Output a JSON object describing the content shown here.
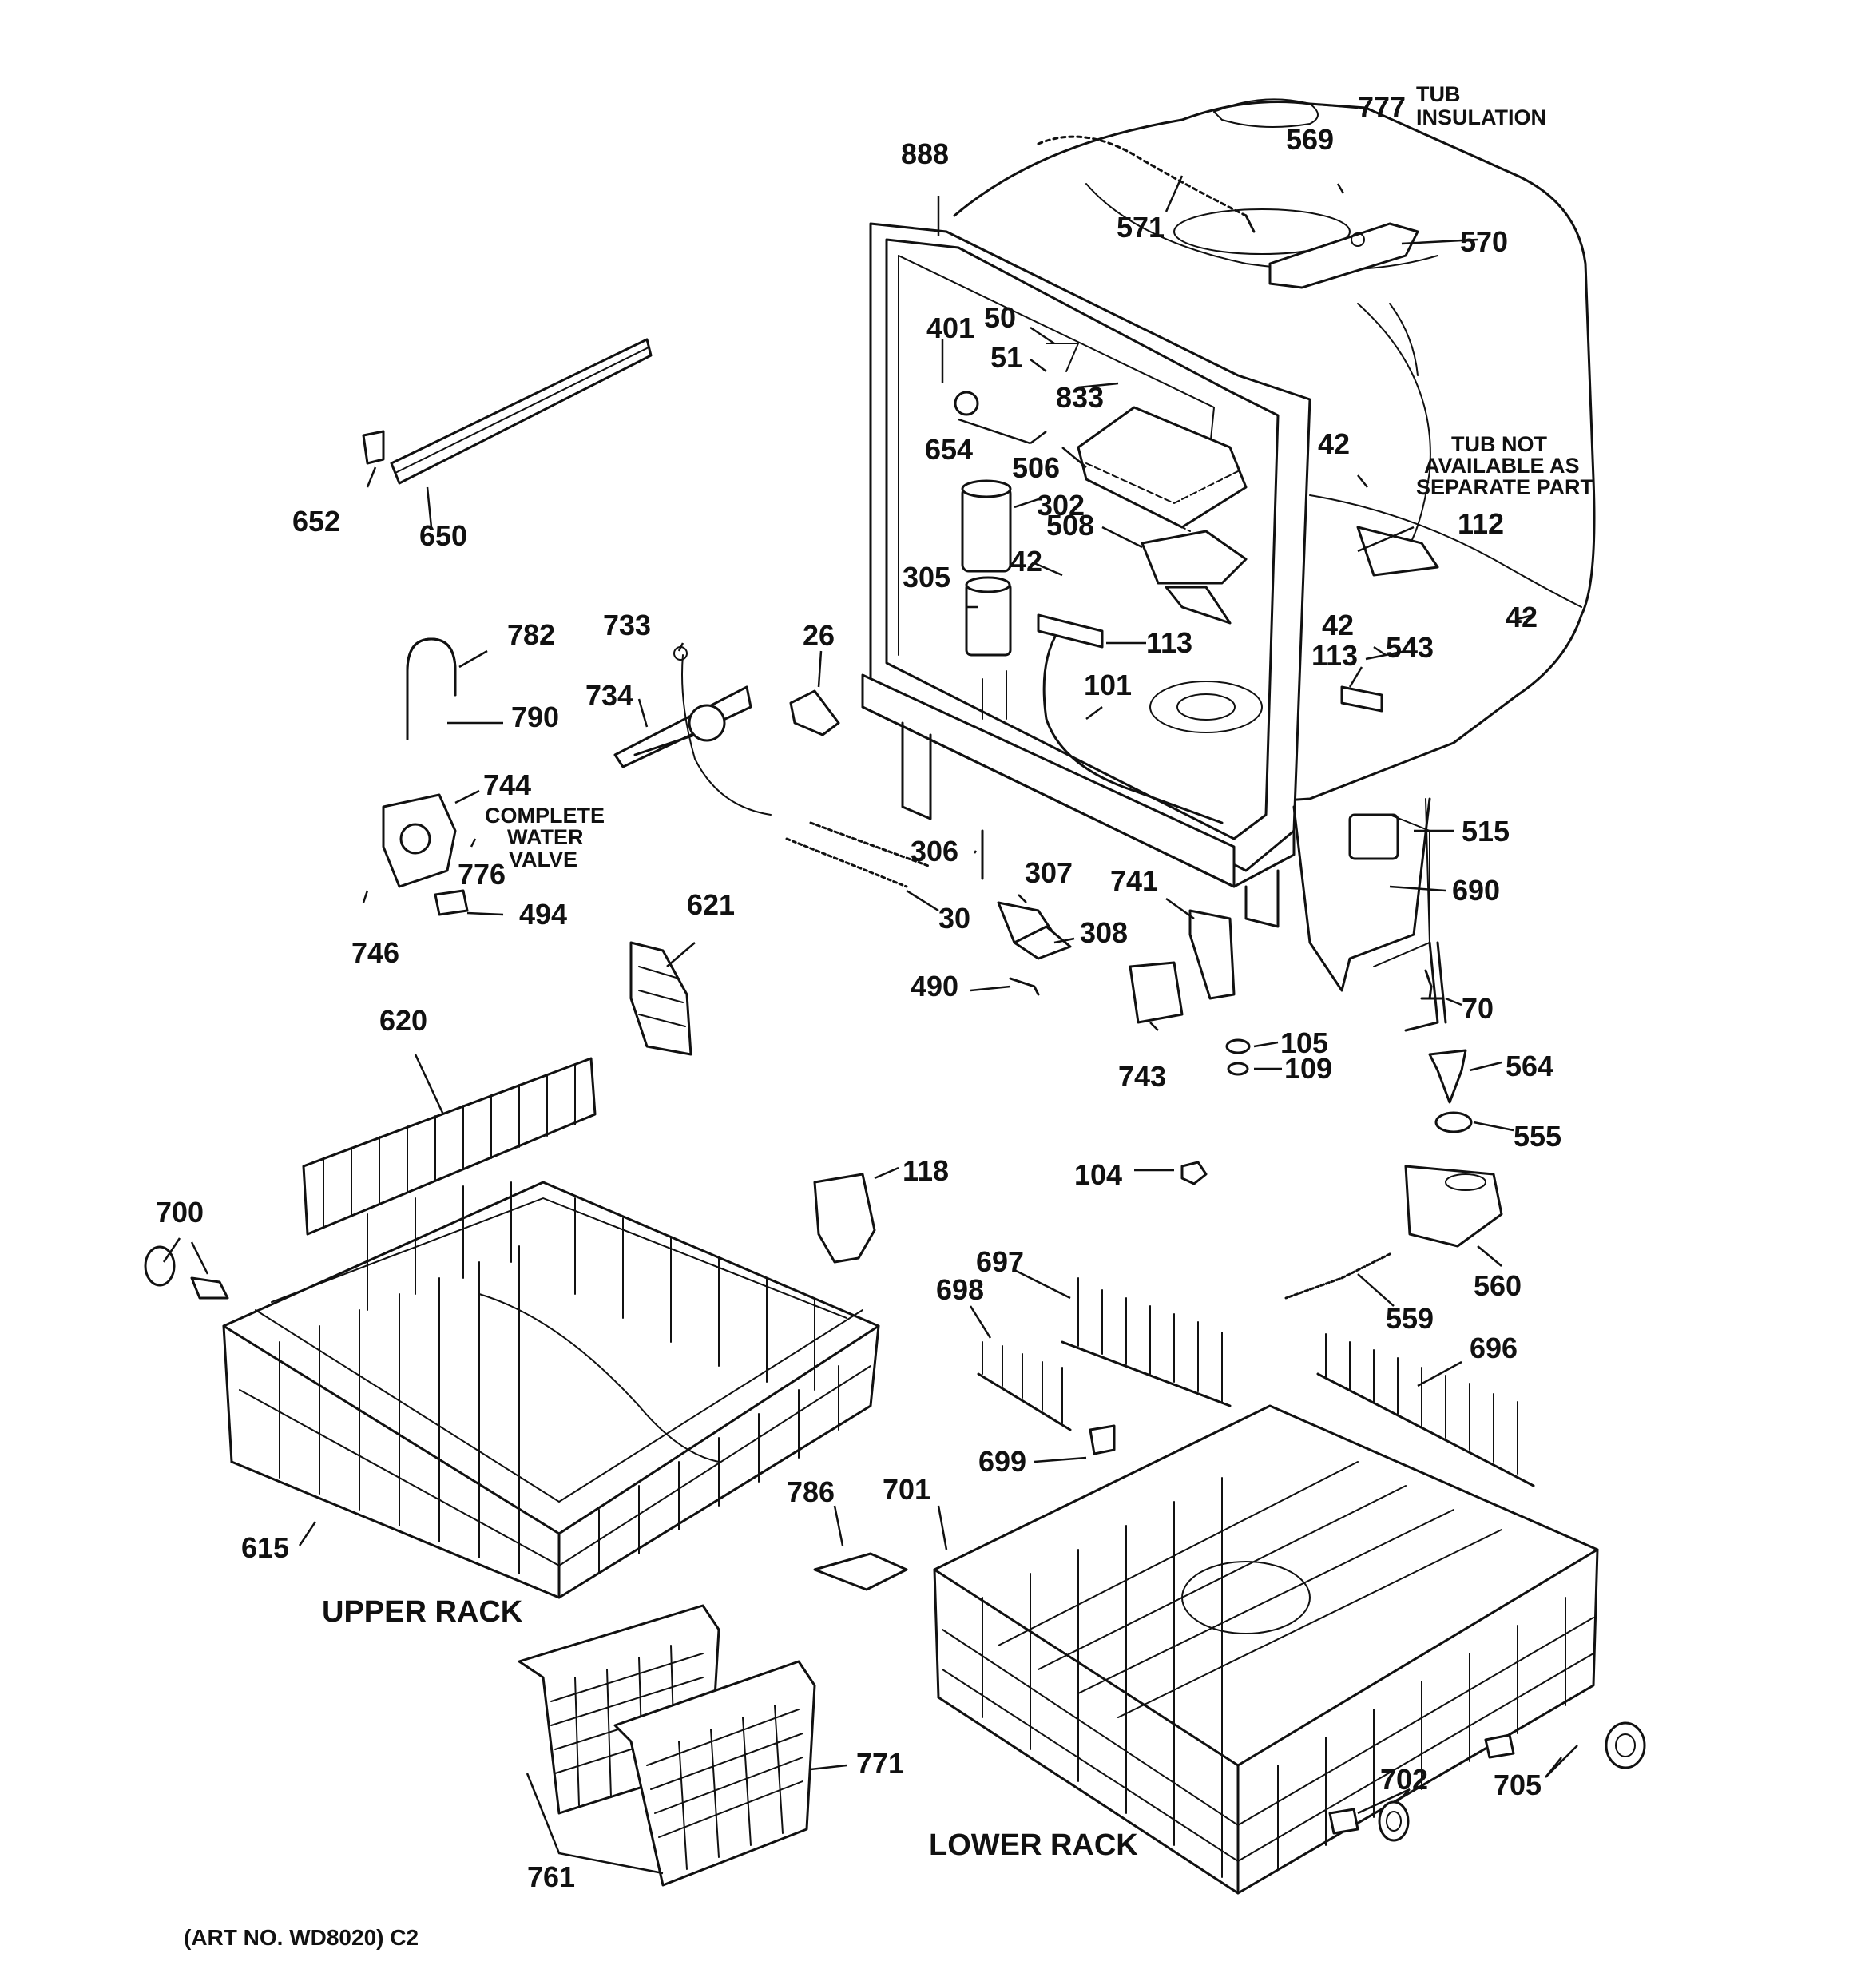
{
  "diagram": {
    "art_number": "(ART NO. WD8020) C2",
    "sections": {
      "upper_rack": "UPPER RACK",
      "lower_rack": "LOWER RACK"
    },
    "notes": {
      "tub_insulation": [
        "TUB",
        "INSULATION"
      ],
      "tub_not_available": [
        "TUB NOT",
        "AVAILABLE AS",
        "SEPARATE PART"
      ],
      "complete_water_valve": [
        "COMPLETE",
        "WATER",
        "VALVE"
      ]
    },
    "parts": {
      "p777": "777",
      "p569": "569",
      "p888": "888",
      "p571": "571",
      "p570": "570",
      "p401": "401",
      "p50": "50",
      "p51": "51",
      "p833": "833",
      "p654": "654",
      "p506": "506",
      "p42a": "42",
      "p42b": "42",
      "p42c": "42",
      "p42d": "42",
      "p302": "302",
      "p508": "508",
      "p112": "112",
      "p305": "305",
      "p113a": "113",
      "p113b": "113",
      "p543": "543",
      "p101": "101",
      "p652": "652",
      "p650": "650",
      "p782": "782",
      "p790": "790",
      "p733": "733",
      "p734": "734",
      "p26": "26",
      "p744": "744",
      "p776": "776",
      "p494": "494",
      "p746": "746",
      "p306": "306",
      "p307": "307",
      "p30": "30",
      "p741": "741",
      "p308": "308",
      "p515": "515",
      "p690": "690",
      "p490": "490",
      "p621": "621",
      "p620": "620",
      "p743": "743",
      "p70": "70",
      "p105": "105",
      "p109": "109",
      "p564": "564",
      "p555": "555",
      "p118": "118",
      "p104": "104",
      "p700": "700",
      "p697": "697",
      "p698": "698",
      "p560": "560",
      "p559": "559",
      "p696": "696",
      "p699": "699",
      "p615": "615",
      "p786": "786",
      "p701": "701",
      "p771": "771",
      "p702": "702",
      "p705": "705",
      "p761": "761"
    }
  }
}
